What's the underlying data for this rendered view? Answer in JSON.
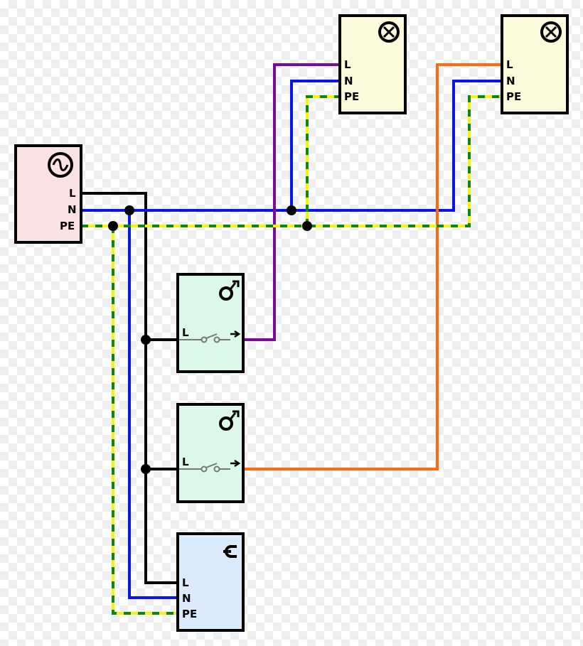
{
  "colors": {
    "live": "#000000",
    "neutral": "#0a14f0",
    "earth_yellow": "#f5f50a",
    "earth_green": "#0a8a0a",
    "switched_1": "#7a0a9a",
    "switched_2": "#ff6a10",
    "supply_fill": "#fbe3e3",
    "lamp_fill": "#fbfbdc",
    "switch_fill": "#dcf8e8",
    "socket_fill": "#dcebfb",
    "outline": "#000000"
  },
  "supply": {
    "icon": "ac-source-icon",
    "terminals": [
      "L",
      "N",
      "PE"
    ]
  },
  "lamp_1": {
    "icon": "lamp-icon",
    "terminals": [
      "L",
      "N",
      "PE"
    ]
  },
  "lamp_2": {
    "icon": "lamp-icon",
    "terminals": [
      "L",
      "N",
      "PE"
    ]
  },
  "switch_1": {
    "icon": "switch-key-icon",
    "terminal": "L"
  },
  "switch_2": {
    "icon": "switch-key-icon",
    "terminal": "L"
  },
  "socket": {
    "icon": "socket-outlet-icon",
    "terminals": [
      "L",
      "N",
      "PE"
    ]
  }
}
